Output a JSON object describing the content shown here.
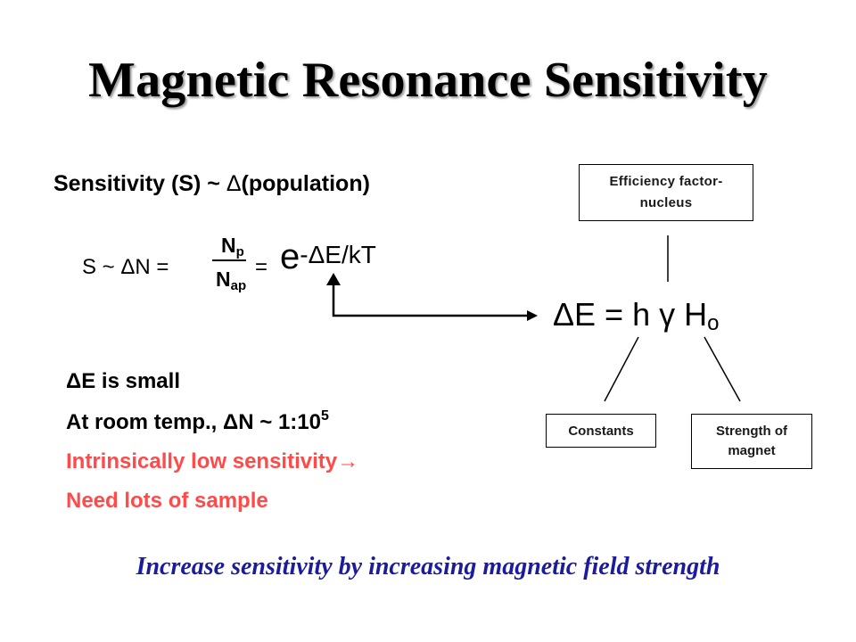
{
  "title": "Magnetic Resonance Sensitivity",
  "sensitivity": {
    "label": "Sensitivity (S) ~ ",
    "delta": "Δ",
    "population": "(population)"
  },
  "equation": {
    "s_prefix": "S ~ ",
    "delta_n": "ΔN = ",
    "numerator": "N",
    "numerator_sub": "p",
    "denominator": "N",
    "denominator_sub": "ap",
    "equals": "=",
    "e": "e",
    "exponent": "-ΔE/kT"
  },
  "energy": {
    "lhs": "ΔE = h ",
    "gamma": "γ",
    "h": " H",
    "h_sub": "o"
  },
  "bullets": [
    {
      "text": "ΔE is small",
      "sup": "",
      "color": "black"
    },
    {
      "text": "At room temp., ΔN ~ 1:10",
      "sup": "5",
      "color": "black"
    },
    {
      "text": "Intrinsically low sensitivity→",
      "sup": "",
      "color": "red"
    },
    {
      "text": "Need lots of sample",
      "sup": "",
      "color": "red"
    }
  ],
  "boxes": {
    "efficiency_line1": "Efficiency factor-",
    "efficiency_line2": "nucleus",
    "constants": "Constants",
    "magnet_line1": "Strength of",
    "magnet_line2": "magnet"
  },
  "bottom_text": "Increase sensitivity by increasing magnetic field strength",
  "colors": {
    "title": "#000000",
    "red_text": "#ff4a4a",
    "bottom_text": "#1b1b9e"
  },
  "icons": {
    "arrow": "arrow-right-icon",
    "connector": "connector-line"
  }
}
